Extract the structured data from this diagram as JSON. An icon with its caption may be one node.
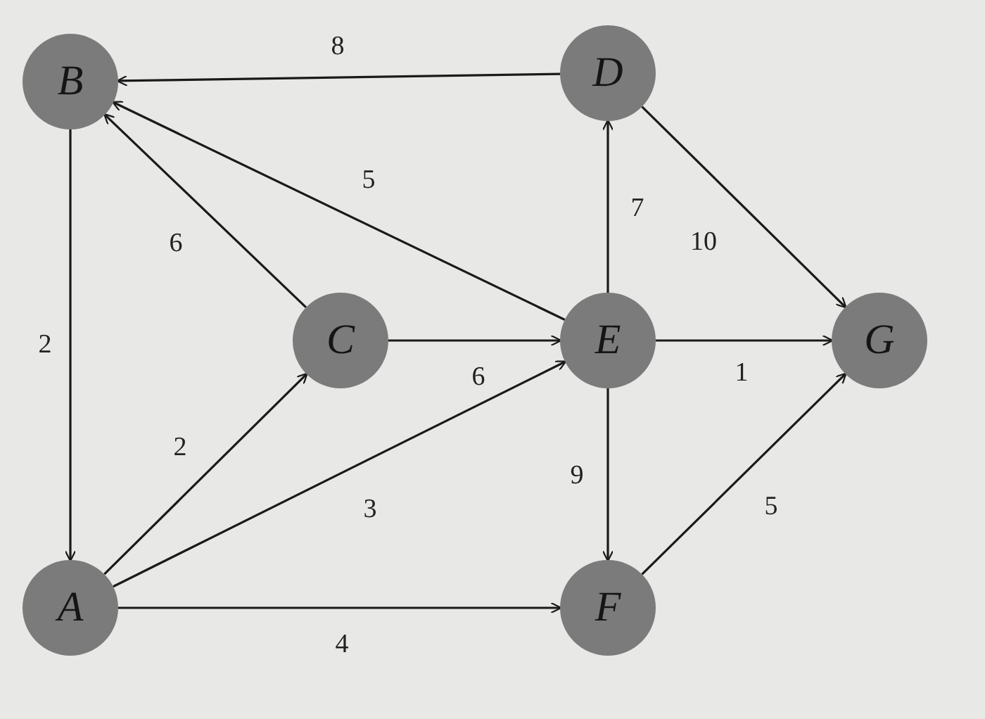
{
  "diagram": {
    "nodes": [
      {
        "text": [
          "B"
        ]
      },
      {
        "text": [
          "D"
        ]
      },
      {
        "text": [
          "C"
        ]
      },
      {
        "text": [
          "E"
        ]
      },
      {
        "text": [
          "G"
        ]
      },
      {
        "text": [
          "A"
        ]
      },
      {
        "text": [
          "F"
        ]
      }
    ],
    "edges": [
      {
        "from": 1,
        "to": 0,
        "arrow": "to",
        "label": "8"
      },
      {
        "from": 0,
        "to": 5,
        "arrow": "to",
        "label": "2"
      },
      {
        "from": 2,
        "to": 0,
        "arrow": "to",
        "label": "6"
      },
      {
        "from": 3,
        "to": 0,
        "arrow": "to",
        "label": "5"
      },
      {
        "from": 3,
        "to": 1,
        "arrow": "to",
        "label": "7"
      },
      {
        "from": 1,
        "to": 4,
        "arrow": "to",
        "label": "10"
      },
      {
        "from": 2,
        "to": 3,
        "arrow": "to",
        "label": "6"
      },
      {
        "from": 5,
        "to": 2,
        "arrow": "to",
        "label": "2"
      },
      {
        "from": 5,
        "to": 3,
        "arrow": "to",
        "label": "3"
      },
      {
        "from": 3,
        "to": 4,
        "arrow": "to",
        "label": "1"
      },
      {
        "from": 3,
        "to": 6,
        "arrow": "to",
        "label": "9"
      },
      {
        "from": 5,
        "to": 6,
        "arrow": "to",
        "label": "4"
      },
      {
        "from": 6,
        "to": 4,
        "arrow": "to",
        "label": "5"
      }
    ]
  }
}
